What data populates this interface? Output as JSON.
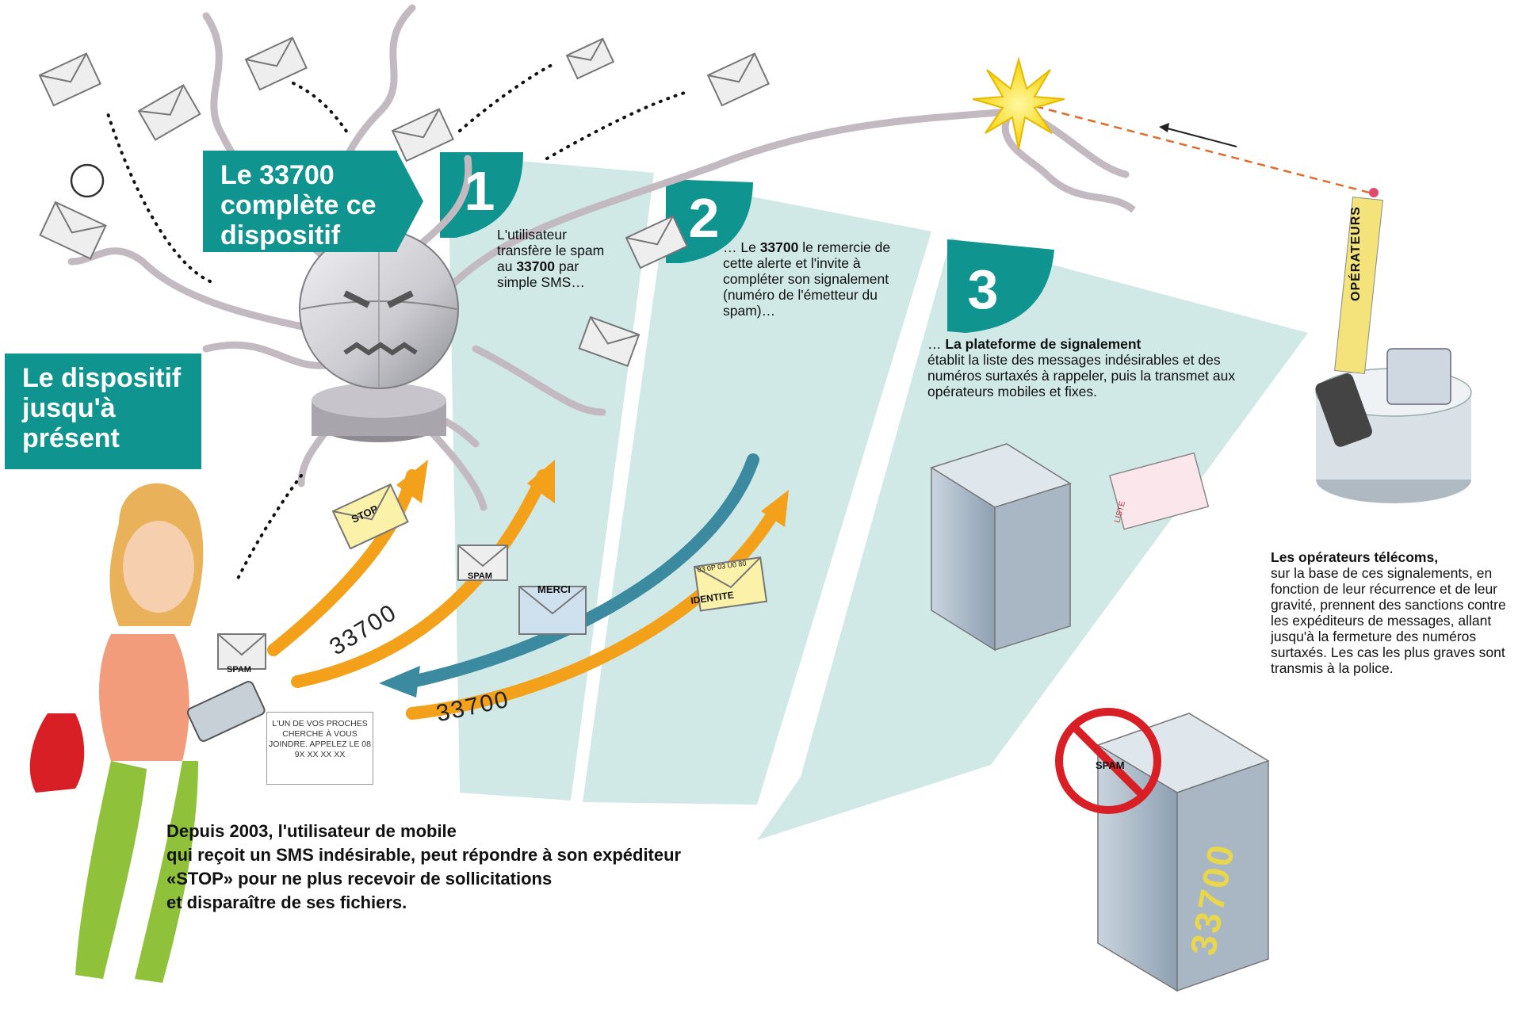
{
  "labels": {
    "new_device": "Le 33700 complète ce dispositif",
    "old_device": "Le dispositif jusqu'à présent"
  },
  "steps": [
    {
      "number": "1",
      "pre": "L'utilisateur transfère le spam au ",
      "bold": "33700",
      "post": " par simple SMS…"
    },
    {
      "number": "2",
      "pre": "… Le ",
      "bold": "33700",
      "post": " le remercie de cette alerte et l'invite à compléter son signalement (numéro de l'émetteur du spam)…"
    },
    {
      "number": "3",
      "pre": "… ",
      "bold": "La plateforme de signalement",
      "post": "établit la liste des messages indésirables et des numéros surtaxés à rappeler, puis la transmet aux opérateurs mobiles et fixes."
    }
  ],
  "operators": {
    "bold": "Les opérateurs télécoms,",
    "text": "sur la base de ces signalements, en fonction de leur récurrence et de leur gravité, prennent des sanctions contre les expéditeurs de messages, allant jusqu'à la fermeture des numéros surtaxés. Les cas les plus graves sont transmis à la police.",
    "post_label": "OPÉRATEURS"
  },
  "bottom_text": [
    "Depuis 2003, l'utilisateur de mobile",
    "qui reçoit un SMS indésirable, peut répondre à son expéditeur",
    "«STOP» pour ne plus recevoir de sollicitations",
    "et disparaître de ses fichiers."
  ],
  "sms_bubble": "L'UN DE VOS PROCHES CHERCHE À VOUS JOINDRE. APPELEZ LE 08 9X XX XX XX",
  "number_labels": [
    "33700",
    "33700"
  ],
  "server_label": "33700",
  "envelope_labels": {
    "stop": "STOP",
    "spam": "SPAM",
    "merci": "MERCI",
    "identite": "IDENTITE",
    "identite_number": "03 0P 03 U0 80",
    "liste": "LISTE"
  },
  "colors": {
    "teal": "#0f9490",
    "teal_light": "#c8e4e2",
    "orange": "#f3a11a",
    "blue_arrow": "#3b8aa0",
    "dark": "#111111"
  }
}
